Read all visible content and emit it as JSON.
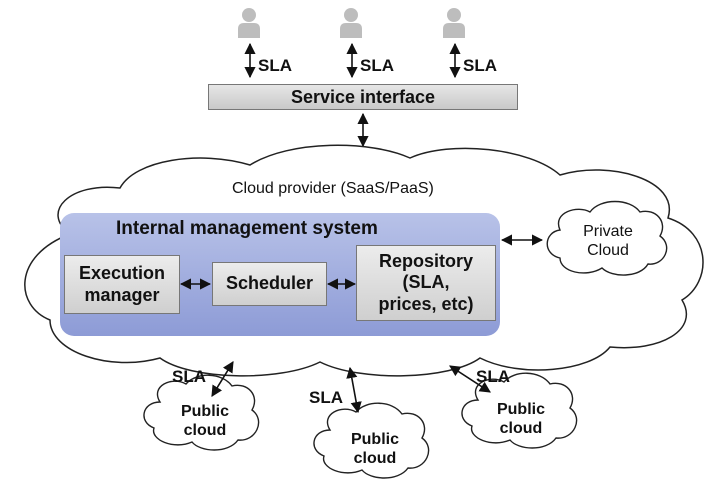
{
  "users": [
    {
      "icon": "person-icon",
      "sla_label": "SLA"
    },
    {
      "icon": "person-icon",
      "sla_label": "SLA"
    },
    {
      "icon": "person-icon",
      "sla_label": "SLA"
    }
  ],
  "service_interface": {
    "label": "Service interface"
  },
  "cloud_provider": {
    "label": "Cloud provider (SaaS/PaaS)"
  },
  "internal_management": {
    "title": "Internal management system",
    "execution_manager": {
      "line1": "Execution",
      "line2": "manager"
    },
    "scheduler": {
      "label": "Scheduler"
    },
    "repository": {
      "line1": "Repository",
      "line2": "(SLA,",
      "line3": "prices, etc)"
    }
  },
  "private_cloud": {
    "line1": "Private",
    "line2": "Cloud"
  },
  "public_clouds": [
    {
      "line1": "Public",
      "line2": "cloud",
      "sla_label": "SLA"
    },
    {
      "line1": "Public",
      "line2": "cloud",
      "sla_label": "SLA"
    },
    {
      "line1": "Public",
      "line2": "cloud",
      "sla_label": "SLA"
    }
  ],
  "colors": {
    "ims_fill": "#9aa6dc",
    "box_fill": "#dcdcdc",
    "user_icon": "#bdbdbd",
    "cloud_stroke": "#222222"
  }
}
